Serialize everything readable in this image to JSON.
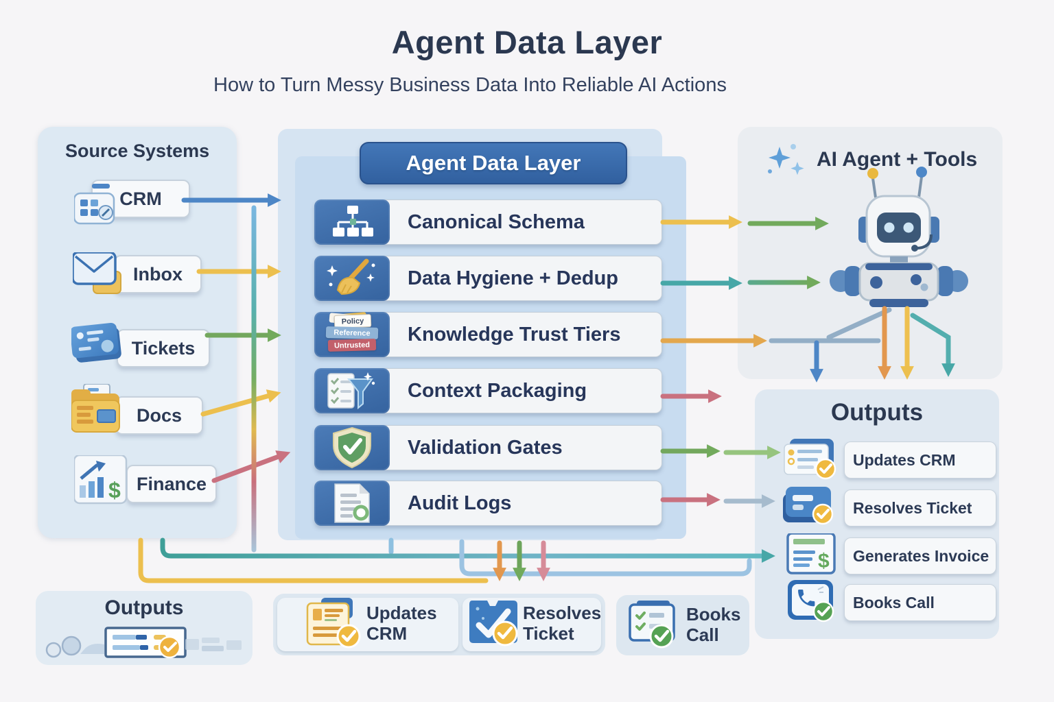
{
  "header": {
    "title": "Agent Data Layer",
    "subtitle": "How to Turn Messy Business Data Into Reliable AI Actions"
  },
  "source_panel": {
    "heading": "Source Systems",
    "items": [
      {
        "label": "CRM",
        "icon": "crm-grid-icon"
      },
      {
        "label": "Inbox",
        "icon": "envelope-icon"
      },
      {
        "label": "Tickets",
        "icon": "ticket-icon"
      },
      {
        "label": "Docs",
        "icon": "folder-icon"
      },
      {
        "label": "Finance",
        "icon": "finance-chart-icon"
      }
    ]
  },
  "layer_panel": {
    "heading": "Agent Data Layer",
    "rows": [
      {
        "label": "Canonical Schema",
        "icon": "schema-tree-icon"
      },
      {
        "label": "Data Hygiene + Dedup",
        "icon": "broom-sparkle-icon"
      },
      {
        "label": "Knowledge Trust Tiers",
        "icon": "trust-tier-badges-icon",
        "tiers": [
          "Policy",
          "Reference",
          "Untrusted"
        ]
      },
      {
        "label": "Context Packaging",
        "icon": "checklist-funnel-icon"
      },
      {
        "label": "Validation Gates",
        "icon": "shield-check-icon"
      },
      {
        "label": "Audit Logs",
        "icon": "document-log-icon"
      }
    ]
  },
  "agent_panel": {
    "heading": "AI Agent + Tools",
    "icon": "sparkles-icon",
    "robot": "robot-illustration"
  },
  "outputs_panel": {
    "heading": "Outputs",
    "items": [
      {
        "label": "Updates CRM",
        "icon": "crm-card-check-icon"
      },
      {
        "label": "Resolves Ticket",
        "icon": "ticket-check-icon"
      },
      {
        "label": "Generates Invoice",
        "icon": "invoice-dollar-icon"
      },
      {
        "label": "Books Call",
        "icon": "phone-check-icon"
      }
    ]
  },
  "bottom_left_panel": {
    "heading": "Outputs",
    "illustration": "clouds-and-browser-window"
  },
  "bottom_chips": {
    "items": [
      {
        "label": "Updates CRM",
        "icon": "crm-card-check-icon"
      },
      {
        "label": "Resolves Ticket",
        "icon": "ticket-check-icon"
      },
      {
        "label": "Books Call",
        "icon": "calendar-check-icon"
      }
    ]
  },
  "glyphs": {
    "dollar": "$"
  },
  "colors": {
    "background": "#f6f5f7",
    "panel_blue": "#dde9f3",
    "inner_panel_blue": "#c8dcf0",
    "badge_blue": "#3a6cac",
    "tile_blue": "#4072ae",
    "text_navy": "#2c3a55",
    "arrow_blue": "#4d86c6",
    "arrow_yellow": "#ecbf4e",
    "arrow_green": "#72aa5c",
    "arrow_teal": "#47a7a7",
    "arrow_pink": "#c9717f",
    "arrow_orange": "#e2974e",
    "arrow_light_green": "#96c47e",
    "arrow_grey": "#a6bbcd",
    "check_yellow": "#eeb23e",
    "check_green": "#55a254",
    "tier_policy_bg": "#fdfcf8",
    "tier_reference_bg": "#8fb3d6",
    "tier_untrusted_bg": "#c2606b"
  }
}
